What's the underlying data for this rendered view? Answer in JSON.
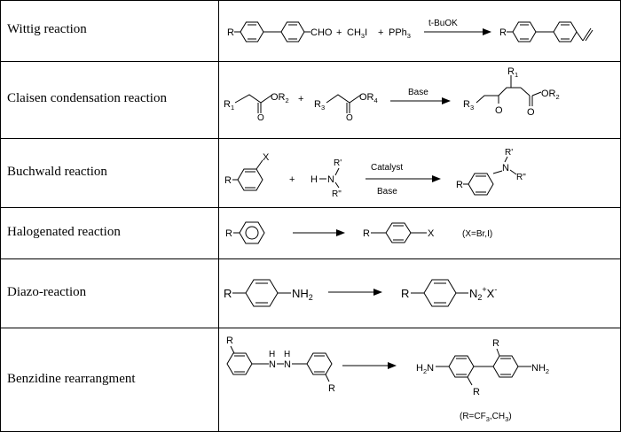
{
  "rows": [
    {
      "name": "Wittig reaction",
      "r": "R",
      "aldehyde": "CHO",
      "plus1": "+",
      "methyl_iodide": "CH3I",
      "plus2": "+",
      "phosphine": "PPh3",
      "condition": "t-BuOK",
      "product_r": "R"
    },
    {
      "name": "Claisen condensation reaction",
      "r1": "R1",
      "or2": "OR2",
      "plus": "+",
      "r3": "R3",
      "or4": "OR4",
      "condition": "Base",
      "p_r1": "R1",
      "p_r3": "R3",
      "p_o1": "O",
      "p_o2": "O",
      "p_or2": "OR2"
    },
    {
      "name": "Buchwald reaction",
      "x": "X",
      "r": "R",
      "plus": "+",
      "h": "H",
      "n": "N",
      "r_prime": "R'",
      "r_dprime": "R\"",
      "condition_top": "Catalyst",
      "condition_bottom": "Base",
      "p_r_prime": "R'",
      "p_n": "N",
      "p_r_dprime": "R\"",
      "p_r": "R"
    },
    {
      "name": "Halogenated reaction",
      "r": "R",
      "p_r": "R",
      "p_x": "X",
      "note": "(X=Br,I)"
    },
    {
      "name": "Diazo-reaction",
      "r": "R",
      "amine": "NH2",
      "p_r": "R",
      "diazo": "N2+X-"
    },
    {
      "name": "Benzidine rearrangment",
      "r_top": "R",
      "r_bottom": "R",
      "h1": "H",
      "n1": "N",
      "h2": "H",
      "n2": "N",
      "p_h2n": "H2N",
      "p_nh2": "NH2",
      "p_r_top": "R",
      "p_r_bottom": "R",
      "note": "(R=CF3,CH3)"
    }
  ]
}
